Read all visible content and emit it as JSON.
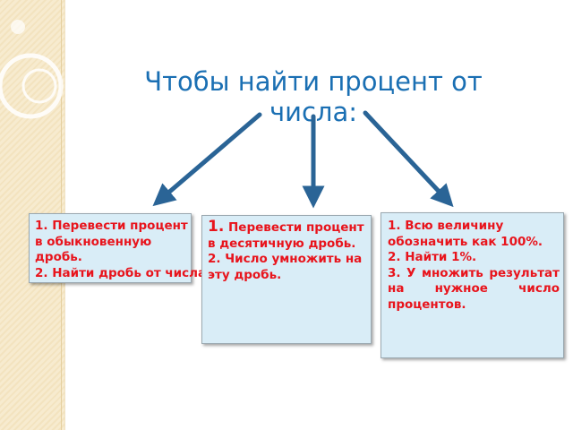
{
  "slide": {
    "title": "Чтобы найти процент от числа:",
    "accent_color": "#1a6fb3",
    "box_text_color": "#e8141c",
    "box_fill_color": "#d9edf7",
    "arrow_color": "#2a6496"
  },
  "boxes": [
    {
      "lines": [
        "1. Перевести процент в обыкновенную дробь.",
        "2. Найти дробь от числа."
      ]
    },
    {
      "num": "1.",
      "lines": [
        "Перевести процент  в десятичную дробь.",
        "2. Число умножить на эту дробь."
      ]
    },
    {
      "lines": [
        "1. Всю величину обозначить как 100%.",
        "2. Найти 1%.",
        "3. У множить результат на нужное число процентов."
      ]
    }
  ]
}
